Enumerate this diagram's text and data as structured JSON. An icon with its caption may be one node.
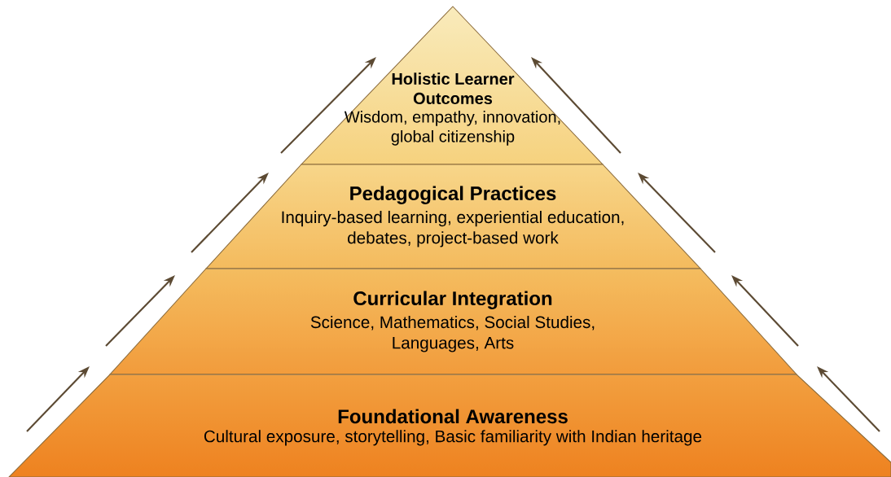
{
  "diagram": {
    "nodes": [
      {
        "text": [
          "Holistic Learner Outcomes",
          "Wisdom, empathy, innovation, global citizenship"
        ]
      },
      {
        "text": [
          "Pedagogical Practices",
          "Inquiry-based learning, experiential education, debates, project-based work"
        ]
      },
      {
        "text": [
          "Curricular Integration",
          "Science, Mathematics, Social Studies, Languages, Arts"
        ]
      },
      {
        "text": [
          "Foundational Awareness",
          "Cultural exposure, storytelling, Basic familiarity with Indian heritage"
        ]
      }
    ]
  }
}
